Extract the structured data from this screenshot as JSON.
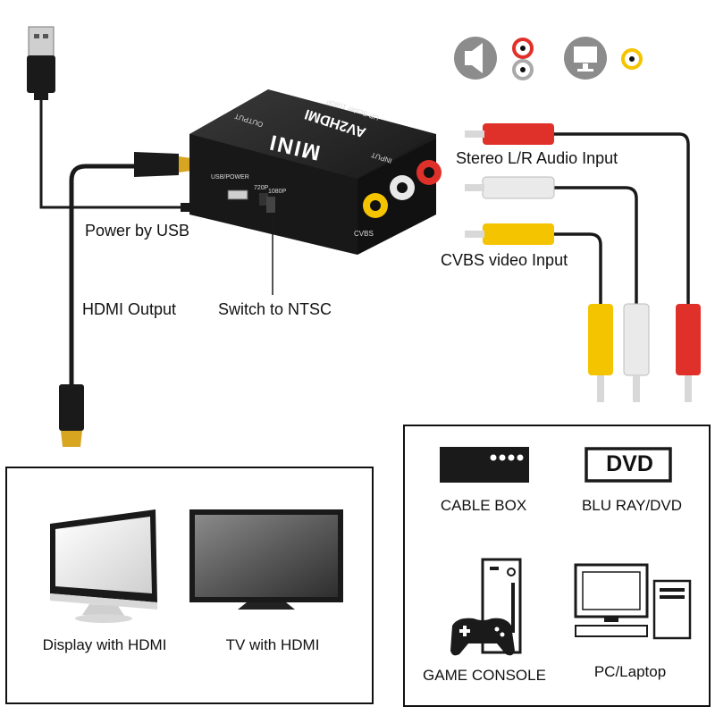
{
  "device": {
    "brand": "MINI",
    "model": "AV2HDMI",
    "subtitle": "UP Scaler 1080P",
    "output_port": "OUTPUT",
    "input_port": "INPUT",
    "cvbs": "CVBS",
    "usb_power": "USB/POWER",
    "switch_720": "720P",
    "switch_1080": "1080P"
  },
  "callouts": {
    "power_usb": "Power by USB",
    "hdmi_output": "HDMI Output",
    "switch_ntsc": "Switch to NTSC",
    "stereo_audio": "Stereo L/R Audio Input",
    "cvbs_video": "CVBS video Input"
  },
  "icons": [
    "speaker-icon",
    "monitor-icon"
  ],
  "output_panel": {
    "items": [
      {
        "label": "Display with HDMI"
      },
      {
        "label": "TV with HDMI"
      }
    ]
  },
  "source_panel": {
    "items": [
      {
        "label": "CABLE BOX"
      },
      {
        "label": "BLU RAY/DVD",
        "badge": "DVD"
      },
      {
        "label": "GAME CONSOLE"
      },
      {
        "label": "PC/Laptop"
      }
    ]
  },
  "colors": {
    "cable_black": "#1a1a1a",
    "rca_red": "#e0302a",
    "rca_white": "#e8e8e8",
    "rca_yellow": "#f5c400",
    "gold": "#d8a520",
    "icon_gray": "#8c8c8c"
  }
}
